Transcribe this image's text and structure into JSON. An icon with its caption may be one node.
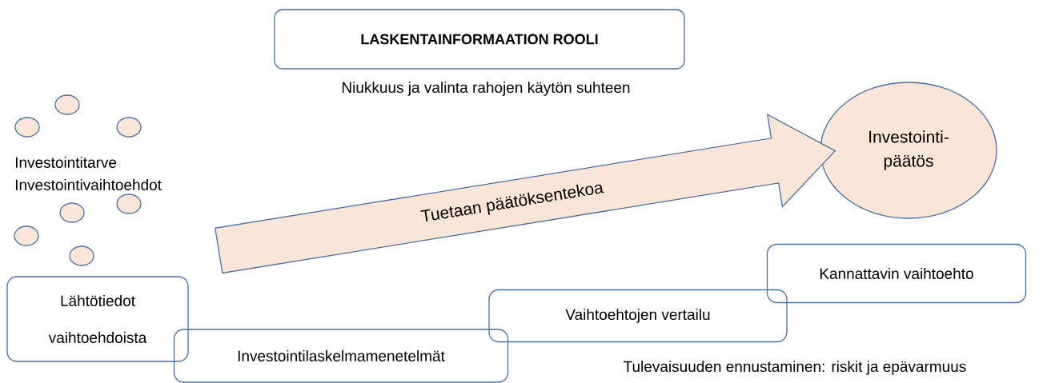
{
  "diagram": {
    "nodes": [
      {
        "text": [
          "LASKENTAINFORMAATION ROOLI"
        ]
      },
      {
        "text": [],
        "shape": "circle"
      },
      {
        "text": [],
        "shape": "circle"
      },
      {
        "text": [],
        "shape": "circle"
      },
      {
        "text": [
          "Investointi- päätös"
        ]
      },
      {
        "text": [],
        "shape": "circle"
      },
      {
        "text": [],
        "shape": "circle"
      },
      {
        "text": [],
        "shape": "circle"
      },
      {
        "text": [],
        "shape": "circle"
      },
      {
        "text": [
          "Tuetaan päätöksentekoa"
        ]
      },
      {
        "text": [
          "Kannattavin vaihtoehto"
        ]
      },
      {
        "text": [
          "Lähtötiedot vaihtoehdoista"
        ]
      },
      {
        "text": [
          "Vaihtoehtojen vertailu"
        ]
      },
      {
        "text": [
          "Investointilaskelmamenetelmät"
        ]
      }
    ],
    "labels": [
      "Niukkuus ja valinta rahojen käytön suhteen",
      "Investointitarve",
      "Investointivaihtoehdot",
      "Tulevaisuuden ennustaminen: riskit ja epävarmuus"
    ]
  }
}
